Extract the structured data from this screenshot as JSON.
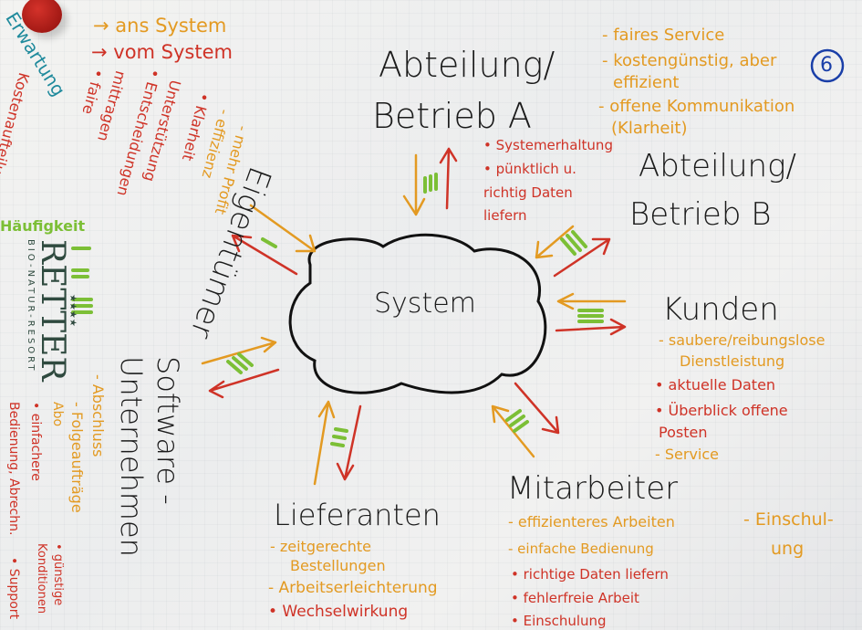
{
  "page_number": "6",
  "legend": {
    "to_system": "→ ans System",
    "from_system": "→ vom System",
    "frequency": "Häufigkeit"
  },
  "expectation_label": "Erwartung",
  "center": {
    "label": "System"
  },
  "owner": {
    "title": "Eigentümer",
    "items": [
      "Kostenaufteilung",
      "• faire",
      "mittragen",
      "• Entscheidungen",
      "Unterstützung",
      "• Klarheit",
      "- effizienz",
      "- mehr Profit"
    ]
  },
  "department_a": {
    "title_line1": "Abteilung/",
    "title_line2": "Betrieb A",
    "items": [
      "- faires Service",
      "- kostengünstig, aber",
      "effizient",
      "- offene Kommunikation",
      "(Klarheit)"
    ]
  },
  "department_b": {
    "title_line1": "Abteilung/",
    "title_line2": "Betrieb B",
    "items": [
      "• Systemerhaltung",
      "• pünktlich u.",
      "richtig Daten",
      "liefern"
    ]
  },
  "customers": {
    "title": "Kunden",
    "items": [
      "- saubere/reibungslose",
      "Dienstleistung",
      "• aktuelle Daten",
      "• Überblick offene",
      "Posten",
      "- Service"
    ]
  },
  "employees": {
    "title": "Mitarbeiter",
    "items": [
      "- effizienteres Arbeiten",
      "- einfache Bedienung",
      "• richtige Daten liefern",
      "• fehlerfreie Arbeit",
      "• Einschulung"
    ],
    "side_item_line1": "- Einschul-",
    "side_item_line2": "ung"
  },
  "suppliers": {
    "title": "Lieferanten",
    "items": [
      "- zeitgerechte",
      "Bestellungen",
      "- Arbeitserleichterung",
      "• Wechselwirkung"
    ]
  },
  "software_company": {
    "title_line1": "Software -",
    "title_line2": "Unternehmen",
    "items": [
      "- Abschluss",
      "- Folgeaufträge",
      "Abo",
      "• einfachere",
      "Bedienung, Abrechn.",
      "• Support",
      "• günstige",
      "Konditionen"
    ]
  },
  "logo": {
    "name": "RETTER",
    "subtitle": "BIO-NATUR-RESORT",
    "stars": "★★★★"
  },
  "colors": {
    "to_system": "#e39a22",
    "from_system": "#cf3327",
    "frequency": "#7cbf36",
    "text": "#1b1b1b",
    "expectation": "#1f8a9c",
    "page_marker": "#1a3fa8"
  }
}
